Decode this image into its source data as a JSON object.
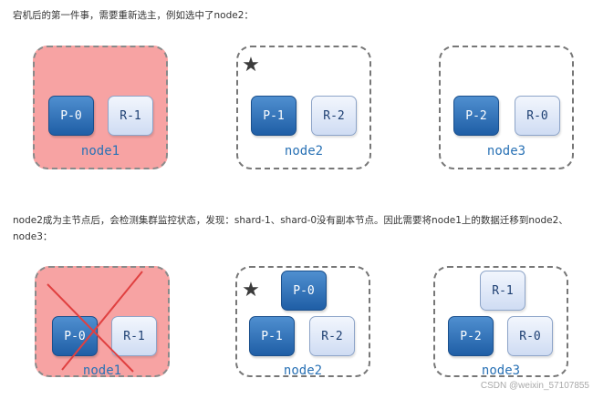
{
  "text": {
    "para1": "宕机后的第一件事，需要重新选主，例如选中了node2：",
    "para2": "node2成为主节点后，会检测集群监控状态，发现：shard-1、shard-0没有副本节点。因此需要将node1上的数据迁移到node2、node3：",
    "watermark": "CSDN @weixin_57107855"
  },
  "diagram1": {
    "node1": {
      "label": "node1",
      "shards": [
        "P-0",
        "R-1"
      ]
    },
    "node2": {
      "label": "node2",
      "star": "★",
      "shards": [
        "P-1",
        "R-2"
      ]
    },
    "node3": {
      "label": "node3",
      "shards": [
        "P-2",
        "R-0"
      ]
    }
  },
  "diagram2": {
    "node1": {
      "label": "node1",
      "shards": [
        "P-0",
        "R-1"
      ]
    },
    "node2": {
      "label": "node2",
      "star": "★",
      "shards": [
        "P-0",
        "P-1",
        "R-2"
      ]
    },
    "node3": {
      "label": "node3",
      "shards": [
        "R-1",
        "P-2",
        "R-0"
      ]
    }
  },
  "colors": {
    "primary_shard": "#2a6bb5",
    "replica_shard": "#dfe8f7",
    "down_node": "#f7a3a3",
    "node_border": "#777777",
    "node_label": "#2a72b5",
    "cross": "#e04040"
  }
}
